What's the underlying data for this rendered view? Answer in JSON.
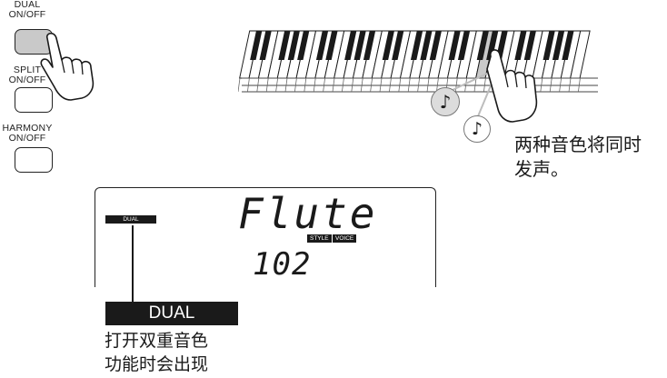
{
  "buttons": {
    "dual": {
      "label_line1": "DUAL",
      "label_line2": "ON/OFF",
      "pressed": true
    },
    "split": {
      "label_line1": "SPLIT",
      "label_line2": "ON/OFF",
      "pressed": false
    },
    "harmony": {
      "label_line1": "HARMONY",
      "label_line2": "ON/OFF",
      "pressed": false
    }
  },
  "keyboard": {
    "caption_line1": "两种音色将同时",
    "caption_line2": "发声。",
    "note_icon": "eighth-note-icon"
  },
  "display": {
    "voice_name": "Flute",
    "voice_number": "102",
    "indicator_dual": "DUAL",
    "indicator_style": "STYLE",
    "indicator_voice": "VOICE"
  },
  "callout": {
    "badge": "DUAL",
    "caption_line1": "打开双重音色",
    "caption_line2": "功能时会出现"
  },
  "colors": {
    "ink": "#1a1a1a",
    "pressed_key": "#c9c9c9",
    "note_bubble": "#dcdcdc"
  }
}
